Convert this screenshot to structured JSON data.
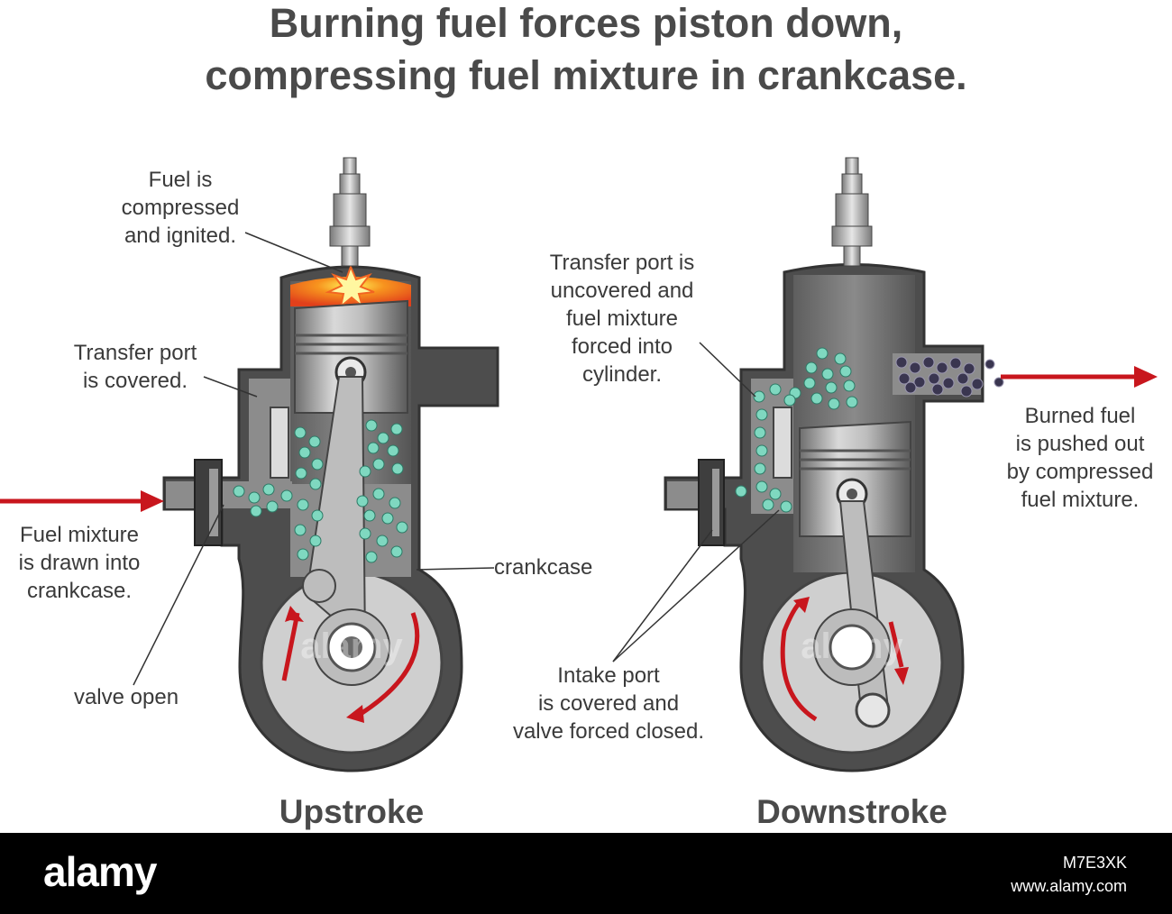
{
  "title": {
    "line1": "Burning fuel forces piston down,",
    "line2": "compressing fuel mixture in crankcase."
  },
  "labels": {
    "fuel_compressed": [
      "Fuel is",
      "compressed",
      "and ignited."
    ],
    "transfer_covered": [
      "Transfer port",
      "is covered."
    ],
    "fuel_drawn": [
      "Fuel mixture",
      "is drawn into",
      "crankcase."
    ],
    "valve_open": "valve open",
    "crankcase": "crankcase",
    "transfer_uncovered": [
      "Transfer port is",
      "uncovered and",
      "fuel mixture",
      "forced into",
      "cylinder."
    ],
    "burned_fuel": [
      "Burned fuel",
      "is pushed out",
      "by compressed",
      "fuel mixture."
    ],
    "intake_covered": [
      "Intake port",
      "is covered and",
      "valve forced closed."
    ]
  },
  "captions": {
    "left": "Upstroke",
    "right": "Downstroke"
  },
  "footer": {
    "brand": "alamy",
    "image_id": "M7E3XK",
    "site": "www.alamy.com"
  },
  "watermark": "alamy",
  "colors": {
    "engine_dark": "#4d4d4d",
    "engine_light": "#cfcfcf",
    "fuel_particles": "#7fd8c0",
    "exhaust_particles": "#3a3650",
    "arrows": "#c8161d",
    "ignition": "#f05a22",
    "text": "#3a3a3a"
  },
  "icons": [
    "spark-plug-icon",
    "ignition-burst-icon",
    "flow-arrow-icon",
    "rotation-arrow-icon"
  ]
}
